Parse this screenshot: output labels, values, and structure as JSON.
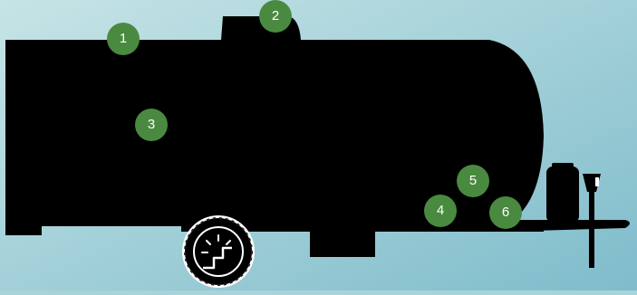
{
  "diagram": {
    "colors": {
      "background_light": "#c6e4e6",
      "background_dark": "#7fbccb",
      "silhouette": "#000000",
      "marker_fill": "#4a8a40",
      "tire_ring": "#ffffff"
    },
    "icons": {
      "trailer": "travel-trailer-silhouette-icon",
      "wheel": "tire-with-steps-icon",
      "propane": "propane-tank-icon",
      "jack": "tongue-jack-icon"
    },
    "markers": [
      {
        "label": "1"
      },
      {
        "label": "2"
      },
      {
        "label": "3"
      },
      {
        "label": "4"
      },
      {
        "label": "5"
      },
      {
        "label": "6"
      }
    ]
  }
}
